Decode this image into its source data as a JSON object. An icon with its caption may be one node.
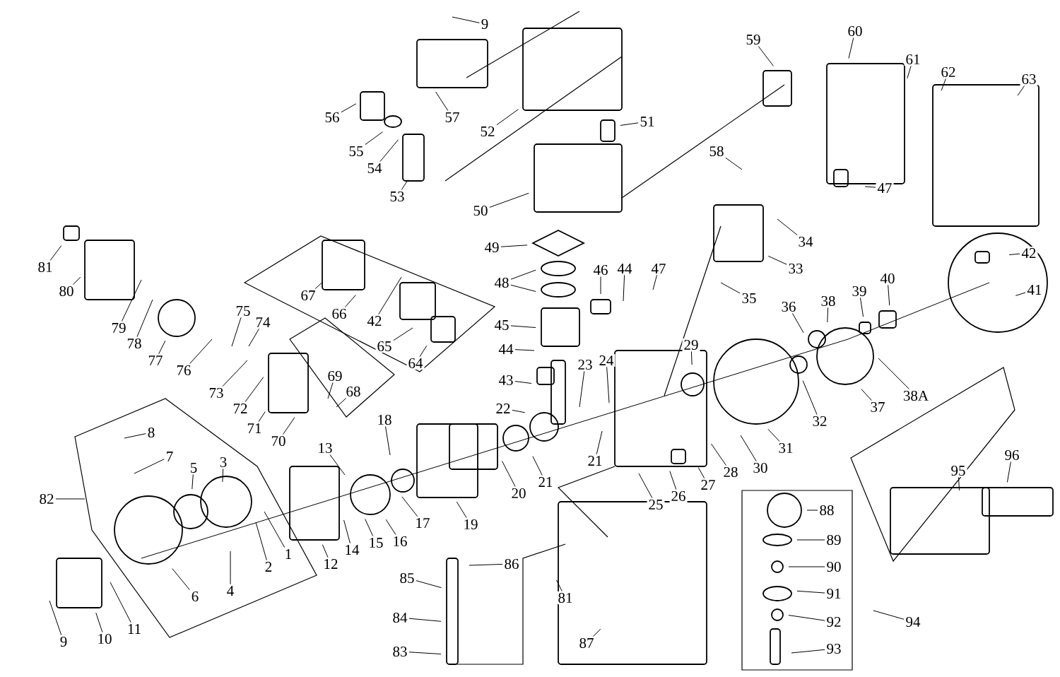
{
  "diagram": {
    "nodes": [
      {
        "text": [
          "9"
        ]
      },
      {
        "text": [
          "60"
        ]
      },
      {
        "text": [
          "59"
        ]
      },
      {
        "text": [
          "61"
        ]
      },
      {
        "text": [
          "62"
        ]
      },
      {
        "text": [
          "63"
        ]
      },
      {
        "text": [
          "57"
        ]
      },
      {
        "text": [
          "56"
        ]
      },
      {
        "text": [
          "51"
        ]
      },
      {
        "text": [
          "52"
        ]
      },
      {
        "text": [
          "55"
        ]
      },
      {
        "text": [
          "58"
        ]
      },
      {
        "text": [
          "54"
        ]
      },
      {
        "text": [
          "47"
        ]
      },
      {
        "text": [
          "53"
        ]
      },
      {
        "text": [
          "50"
        ]
      },
      {
        "text": [
          "34"
        ]
      },
      {
        "text": [
          "49"
        ]
      },
      {
        "text": [
          "42"
        ]
      },
      {
        "text": [
          "81"
        ]
      },
      {
        "text": [
          "33"
        ]
      },
      {
        "text": [
          "46"
        ]
      },
      {
        "text": [
          "44"
        ]
      },
      {
        "text": [
          "47"
        ]
      },
      {
        "text": [
          "48"
        ]
      },
      {
        "text": [
          "41"
        ]
      },
      {
        "text": [
          "80"
        ]
      },
      {
        "text": [
          "40"
        ]
      },
      {
        "text": [
          "39"
        ]
      },
      {
        "text": [
          "67"
        ]
      },
      {
        "text": [
          "35"
        ]
      },
      {
        "text": [
          "38"
        ]
      },
      {
        "text": [
          "36"
        ]
      },
      {
        "text": [
          "75"
        ]
      },
      {
        "text": [
          "66"
        ]
      },
      {
        "text": [
          "42"
        ]
      },
      {
        "text": [
          "74"
        ]
      },
      {
        "text": [
          "45"
        ]
      },
      {
        "text": [
          "79"
        ]
      },
      {
        "text": [
          "78"
        ]
      },
      {
        "text": [
          "65"
        ]
      },
      {
        "text": [
          "29"
        ]
      },
      {
        "text": [
          "44"
        ]
      },
      {
        "text": [
          "77"
        ]
      },
      {
        "text": [
          "24"
        ]
      },
      {
        "text": [
          "64"
        ]
      },
      {
        "text": [
          "23"
        ]
      },
      {
        "text": [
          "76"
        ]
      },
      {
        "text": [
          "69"
        ]
      },
      {
        "text": [
          "43"
        ]
      },
      {
        "text": [
          "68"
        ]
      },
      {
        "text": [
          "73"
        ]
      },
      {
        "text": [
          "38A"
        ]
      },
      {
        "text": [
          "37"
        ]
      },
      {
        "text": [
          "72"
        ]
      },
      {
        "text": [
          "22"
        ]
      },
      {
        "text": [
          "32"
        ]
      },
      {
        "text": [
          "18"
        ]
      },
      {
        "text": [
          "71"
        ]
      },
      {
        "text": [
          "8"
        ]
      },
      {
        "text": [
          "70"
        ]
      },
      {
        "text": [
          "13"
        ]
      },
      {
        "text": [
          "31"
        ]
      },
      {
        "text": [
          "7"
        ]
      },
      {
        "text": [
          "3"
        ]
      },
      {
        "text": [
          "21"
        ]
      },
      {
        "text": [
          "30"
        ]
      },
      {
        "text": [
          "5"
        ]
      },
      {
        "text": [
          "28"
        ]
      },
      {
        "text": [
          "96"
        ]
      },
      {
        "text": [
          "95"
        ]
      },
      {
        "text": [
          "21"
        ]
      },
      {
        "text": [
          "27"
        ]
      },
      {
        "text": [
          "20"
        ]
      },
      {
        "text": [
          "26"
        ]
      },
      {
        "text": [
          "82"
        ]
      },
      {
        "text": [
          "25"
        ]
      },
      {
        "text": [
          "88"
        ]
      },
      {
        "text": [
          "17"
        ]
      },
      {
        "text": [
          "19"
        ]
      },
      {
        "text": [
          "89"
        ]
      },
      {
        "text": [
          "16"
        ]
      },
      {
        "text": [
          "15"
        ]
      },
      {
        "text": [
          "14"
        ]
      },
      {
        "text": [
          "1"
        ]
      },
      {
        "text": [
          "86"
        ]
      },
      {
        "text": [
          "12"
        ]
      },
      {
        "text": [
          "2"
        ]
      },
      {
        "text": [
          "90"
        ]
      },
      {
        "text": [
          "85"
        ]
      },
      {
        "text": [
          "4"
        ]
      },
      {
        "text": [
          "91"
        ]
      },
      {
        "text": [
          "6"
        ]
      },
      {
        "text": [
          "81"
        ]
      },
      {
        "text": [
          "94"
        ]
      },
      {
        "text": [
          "84"
        ]
      },
      {
        "text": [
          "92"
        ]
      },
      {
        "text": [
          "11"
        ]
      },
      {
        "text": [
          "10"
        ]
      },
      {
        "text": [
          "9"
        ]
      },
      {
        "text": [
          "87"
        ]
      },
      {
        "text": [
          "93"
        ]
      },
      {
        "text": [
          "83"
        ]
      }
    ],
    "edges": [
      {
        "from": 0,
        "to": null,
        "arrow": "none"
      },
      {
        "from": 1,
        "to": null,
        "arrow": "none"
      },
      {
        "from": 2,
        "to": null,
        "arrow": "none"
      },
      {
        "from": 3,
        "to": null,
        "arrow": "none"
      },
      {
        "from": 4,
        "to": null,
        "arrow": "none"
      },
      {
        "from": 5,
        "to": null,
        "arrow": "none"
      },
      {
        "from": 6,
        "to": null,
        "arrow": "none"
      },
      {
        "from": 7,
        "to": null,
        "arrow": "none"
      },
      {
        "from": 8,
        "to": null,
        "arrow": "none"
      },
      {
        "from": 9,
        "to": null,
        "arrow": "none"
      },
      {
        "from": 10,
        "to": null,
        "arrow": "none"
      },
      {
        "from": 11,
        "to": null,
        "arrow": "none"
      },
      {
        "from": 12,
        "to": null,
        "arrow": "none"
      },
      {
        "from": 13,
        "to": null,
        "arrow": "none"
      },
      {
        "from": 14,
        "to": null,
        "arrow": "none"
      },
      {
        "from": 15,
        "to": null,
        "arrow": "none"
      },
      {
        "from": 16,
        "to": null,
        "arrow": "none"
      },
      {
        "from": 17,
        "to": null,
        "arrow": "none"
      },
      {
        "from": 18,
        "to": null,
        "arrow": "none"
      },
      {
        "from": 19,
        "to": null,
        "arrow": "none"
      },
      {
        "from": 20,
        "to": null,
        "arrow": "none"
      },
      {
        "from": 21,
        "to": null,
        "arrow": "none"
      },
      {
        "from": 22,
        "to": null,
        "arrow": "none"
      },
      {
        "from": 23,
        "to": null,
        "arrow": "none"
      },
      {
        "from": 24,
        "to": null,
        "arrow": "none"
      },
      {
        "from": 24,
        "to": null,
        "arrow": "none"
      },
      {
        "from": 25,
        "to": null,
        "arrow": "none"
      },
      {
        "from": 26,
        "to": null,
        "arrow": "none"
      },
      {
        "from": 27,
        "to": null,
        "arrow": "none"
      },
      {
        "from": 28,
        "to": null,
        "arrow": "none"
      },
      {
        "from": 29,
        "to": null,
        "arrow": "none"
      },
      {
        "from": 30,
        "to": null,
        "arrow": "none"
      },
      {
        "from": 31,
        "to": null,
        "arrow": "none"
      },
      {
        "from": 32,
        "to": null,
        "arrow": "none"
      },
      {
        "from": 33,
        "to": null,
        "arrow": "none"
      },
      {
        "from": 34,
        "to": null,
        "arrow": "none"
      },
      {
        "from": 35,
        "to": null,
        "arrow": "none"
      },
      {
        "from": 36,
        "to": null,
        "arrow": "none"
      },
      {
        "from": 37,
        "to": null,
        "arrow": "none"
      },
      {
        "from": 38,
        "to": null,
        "arrow": "none"
      },
      {
        "from": 39,
        "to": null,
        "arrow": "none"
      },
      {
        "from": 40,
        "to": null,
        "arrow": "none"
      },
      {
        "from": 41,
        "to": null,
        "arrow": "none"
      },
      {
        "from": 42,
        "to": null,
        "arrow": "none"
      },
      {
        "from": 43,
        "to": null,
        "arrow": "none"
      },
      {
        "from": 44,
        "to": null,
        "arrow": "none"
      },
      {
        "from": 45,
        "to": null,
        "arrow": "none"
      },
      {
        "from": 46,
        "to": null,
        "arrow": "none"
      },
      {
        "from": 47,
        "to": null,
        "arrow": "none"
      },
      {
        "from": 48,
        "to": null,
        "arrow": "none"
      },
      {
        "from": 49,
        "to": null,
        "arrow": "none"
      },
      {
        "from": 50,
        "to": null,
        "arrow": "none"
      },
      {
        "from": 51,
        "to": null,
        "arrow": "none"
      },
      {
        "from": 52,
        "to": null,
        "arrow": "none"
      },
      {
        "from": 53,
        "to": null,
        "arrow": "none"
      },
      {
        "from": 54,
        "to": null,
        "arrow": "none"
      },
      {
        "from": 55,
        "to": null,
        "arrow": "none"
      },
      {
        "from": 56,
        "to": null,
        "arrow": "none"
      },
      {
        "from": 57,
        "to": null,
        "arrow": "none"
      },
      {
        "from": 58,
        "to": null,
        "arrow": "none"
      },
      {
        "from": 59,
        "to": null,
        "arrow": "none"
      },
      {
        "from": 60,
        "to": null,
        "arrow": "none"
      },
      {
        "from": 61,
        "to": null,
        "arrow": "none"
      },
      {
        "from": 62,
        "to": null,
        "arrow": "none"
      },
      {
        "from": 63,
        "to": null,
        "arrow": "none"
      },
      {
        "from": 64,
        "to": null,
        "arrow": "none"
      },
      {
        "from": 65,
        "to": null,
        "arrow": "none"
      },
      {
        "from": 66,
        "to": null,
        "arrow": "none"
      },
      {
        "from": 67,
        "to": null,
        "arrow": "none"
      },
      {
        "from": 68,
        "to": null,
        "arrow": "none"
      },
      {
        "from": 69,
        "to": null,
        "arrow": "none"
      },
      {
        "from": 70,
        "to": null,
        "arrow": "none"
      },
      {
        "from": 71,
        "to": null,
        "arrow": "none"
      },
      {
        "from": 72,
        "to": null,
        "arrow": "none"
      },
      {
        "from": 73,
        "to": null,
        "arrow": "none"
      },
      {
        "from": 74,
        "to": null,
        "arrow": "none"
      },
      {
        "from": 75,
        "to": null,
        "arrow": "none"
      },
      {
        "from": 76,
        "to": null,
        "arrow": "none"
      },
      {
        "from": 77,
        "to": null,
        "arrow": "none"
      },
      {
        "from": 78,
        "to": null,
        "arrow": "none"
      },
      {
        "from": 79,
        "to": null,
        "arrow": "none"
      },
      {
        "from": 80,
        "to": null,
        "arrow": "none"
      },
      {
        "from": 81,
        "to": null,
        "arrow": "none"
      },
      {
        "from": 82,
        "to": null,
        "arrow": "none"
      },
      {
        "from": 83,
        "to": null,
        "arrow": "none"
      },
      {
        "from": 84,
        "to": null,
        "arrow": "none"
      },
      {
        "from": 85,
        "to": null,
        "arrow": "none"
      },
      {
        "from": 86,
        "to": null,
        "arrow": "none"
      },
      {
        "from": 87,
        "to": null,
        "arrow": "none"
      },
      {
        "from": 88,
        "to": null,
        "arrow": "none"
      },
      {
        "from": 89,
        "to": null,
        "arrow": "none"
      },
      {
        "from": 90,
        "to": null,
        "arrow": "none"
      },
      {
        "from": 91,
        "to": null,
        "arrow": "none"
      },
      {
        "from": 92,
        "to": null,
        "arrow": "none"
      },
      {
        "from": 93,
        "to": null,
        "arrow": "none"
      },
      {
        "from": 94,
        "to": null,
        "arrow": "none"
      },
      {
        "from": 95,
        "to": null,
        "arrow": "none"
      },
      {
        "from": 96,
        "to": null,
        "arrow": "none"
      },
      {
        "from": 97,
        "to": null,
        "arrow": "none"
      },
      {
        "from": 98,
        "to": null,
        "arrow": "none"
      },
      {
        "from": 99,
        "to": null,
        "arrow": "none"
      },
      {
        "from": 100,
        "to": null,
        "arrow": "none"
      },
      {
        "from": 101,
        "to": null,
        "arrow": "none"
      },
      {
        "from": 102,
        "to": null,
        "arrow": "none"
      }
    ]
  }
}
